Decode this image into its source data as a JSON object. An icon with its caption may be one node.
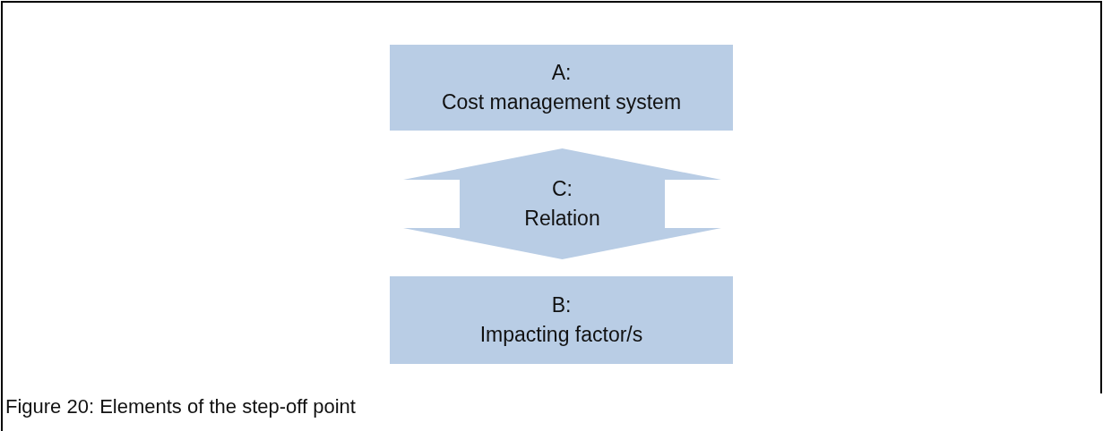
{
  "diagram": {
    "caption": "Figure 20: Elements of the step-off point",
    "nodes": [
      {
        "text": [
          "A:",
          "Cost management system"
        ]
      },
      {
        "text": [
          "C:",
          "Relation"
        ]
      },
      {
        "text": [
          "B:",
          "Impacting factor/s"
        ]
      }
    ],
    "edges": []
  }
}
